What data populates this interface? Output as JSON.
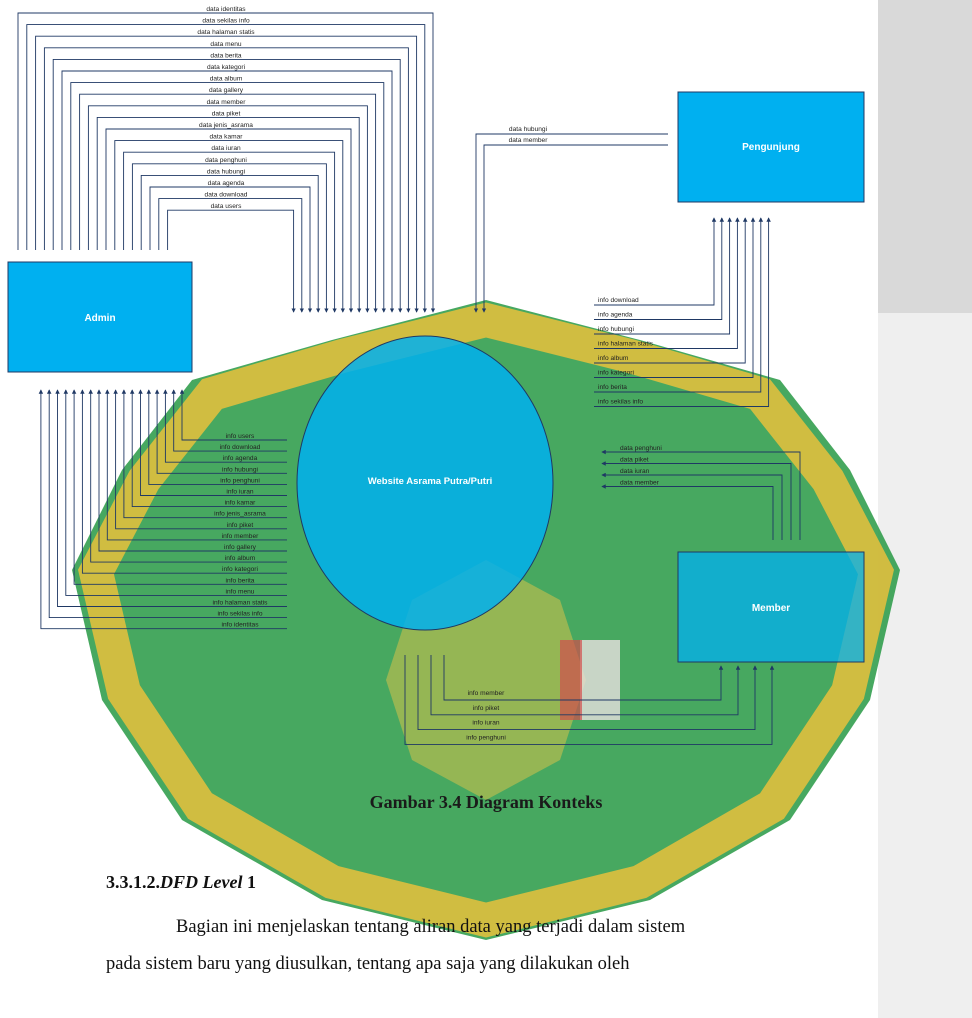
{
  "diagram": {
    "process_label": "Website Asrama Putra/Putri",
    "entities": {
      "admin": "Admin",
      "pengunjung": "Pengunjung",
      "member": "Member"
    },
    "admin_in_flows": [
      "data identitas",
      "data sekilas info",
      "data halaman statis",
      "data menu",
      "data berita",
      "data kategori",
      "data album",
      "data gallery",
      "data member",
      "data piket",
      "data jenis_asrama",
      "data kamar",
      "data iuran",
      "data penghuni",
      "data hubungi",
      "data agenda",
      "data download",
      "data users"
    ],
    "admin_out_flows": [
      "info users",
      "info download",
      "info agenda",
      "info hubungi",
      "info penghuni",
      "info iuran",
      "info kamar",
      "info jenis_asrama",
      "info piket",
      "info member",
      "info gallery",
      "info album",
      "info kategori",
      "info berita",
      "info menu",
      "info halaman statis",
      "info sekilas info",
      "info identitas"
    ],
    "pengunjung_in_flows": [
      "data hubungi",
      "data member"
    ],
    "pengunjung_out_flows": [
      "info download",
      "info agenda",
      "info hubungi",
      "info halaman statis",
      "info album",
      "info kategori",
      "info berita",
      "info sekilas info"
    ],
    "member_in_flows": [
      "data penghuni",
      "data piket",
      "data iuran",
      "data member"
    ],
    "member_out_flows": [
      "info member",
      "info piket",
      "info iuran",
      "info penghuni"
    ],
    "colors": {
      "entity_fill": "#00b0f0",
      "line": "#1f3864",
      "watermark_green": "#2e9c4a",
      "watermark_yellow": "#f2c23a"
    }
  },
  "caption": "Gambar 3.4 Diagram Konteks",
  "heading_number": "3.3.1.2.",
  "heading_text": "DFD Level",
  "heading_suffix": " 1",
  "paragraph_line1": "Bagian ini menjelaskan tentang aliran data yang terjadi dalam sistem",
  "paragraph_line2": "pada sistem baru yang diusulkan, tentang apa saja yang dilakukan oleh"
}
